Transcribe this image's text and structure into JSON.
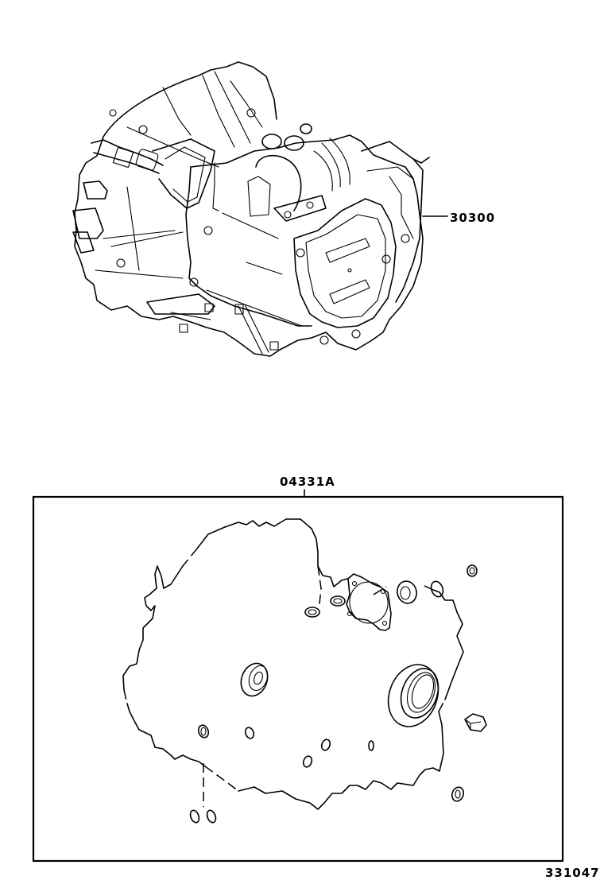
{
  "diagram": {
    "type": "parts-exploded-view",
    "figure_number": "331047",
    "callouts": [
      {
        "part_number": "30300",
        "description": "transaxle assembly (manual)",
        "position": "right of transmission"
      },
      {
        "part_number": "04331A",
        "description": "gasket kit, transmission overhaul",
        "position": "above kit box"
      }
    ],
    "kit_box": {
      "label": "04331A",
      "contents": [
        "case gasket (large irregular outline)",
        "bearing retainer gasket (4-hole)",
        "large oil seal",
        "medium oil seal",
        "small oil seal",
        "o-rings",
        "drain / filler plug gaskets",
        "hex plug"
      ]
    },
    "colors": {
      "ink": "#000000",
      "paper": "#ffffff"
    }
  }
}
